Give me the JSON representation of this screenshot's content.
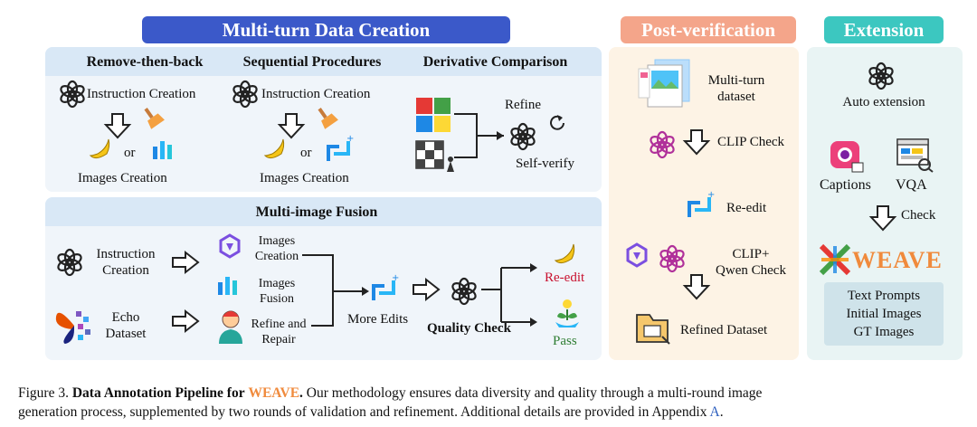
{
  "banners": {
    "multi_turn": "Multi-turn Data Creation",
    "post_verification": "Post-verification",
    "extension": "Extension"
  },
  "remove_then_back": {
    "title": "Remove-then-back",
    "instruction": "Instruction Creation",
    "or": "or",
    "images": "Images Creation"
  },
  "sequential": {
    "title": "Sequential Procedures",
    "instruction": "Instruction Creation",
    "or": "or",
    "images": "Images Creation"
  },
  "derivative": {
    "title": "Derivative Comparison",
    "refine": "Refine",
    "self_verify": "Self-verify"
  },
  "fusion": {
    "title": "Multi-image Fusion",
    "instruction_1": "Instruction",
    "instruction_2": "Creation",
    "images_creation_1": "Images",
    "images_creation_2": "Creation",
    "images_fusion_1": "Images",
    "images_fusion_2": "Fusion",
    "echo_1": "Echo",
    "echo_2": "Dataset",
    "refine_repair_1": "Refine and",
    "refine_repair_2": "Repair",
    "more_edits": "More Edits",
    "quality_check": "Quality Check",
    "re_edit": "Re-edit",
    "pass": "Pass"
  },
  "post": {
    "multi_turn_1": "Multi-turn",
    "multi_turn_2": "dataset",
    "clip_check": "CLIP Check",
    "re_edit": "Re-edit",
    "clip_qwen_1": "CLIP+",
    "clip_qwen_2": "Qwen Check",
    "refined": "Refined Dataset"
  },
  "extension": {
    "auto": "Auto extension",
    "captions": "Captions",
    "vqa": "VQA",
    "check": "Check",
    "weave": "WEAVE",
    "items": [
      "Text Prompts",
      "Initial Images",
      "GT Images"
    ]
  },
  "caption": {
    "prefix": "Figure 3.",
    "bold": "Data Annotation Pipeline for",
    "weave": "WEAVE",
    "dot": ".",
    "body1": " Our methodology ensures data diversity and quality through a multi-round image",
    "body2": "generation process, supplemented by two rounds of validation and refinement. Additional details are provided in Appendix ",
    "appendix": "A",
    "end": "."
  },
  "colors": {
    "multi_turn_banner": "#3b59c9",
    "post_banner": "#f4a58a",
    "extension_banner": "#3cc7c0",
    "section_fill": "#f0f5fa",
    "section_header": "#d9e8f6",
    "post_fill": "#fdf3e5",
    "ext_fill": "#e9f4f4",
    "re_edit": "#c8102e",
    "pass": "#2e7d32",
    "link": "#2d5fbf"
  }
}
